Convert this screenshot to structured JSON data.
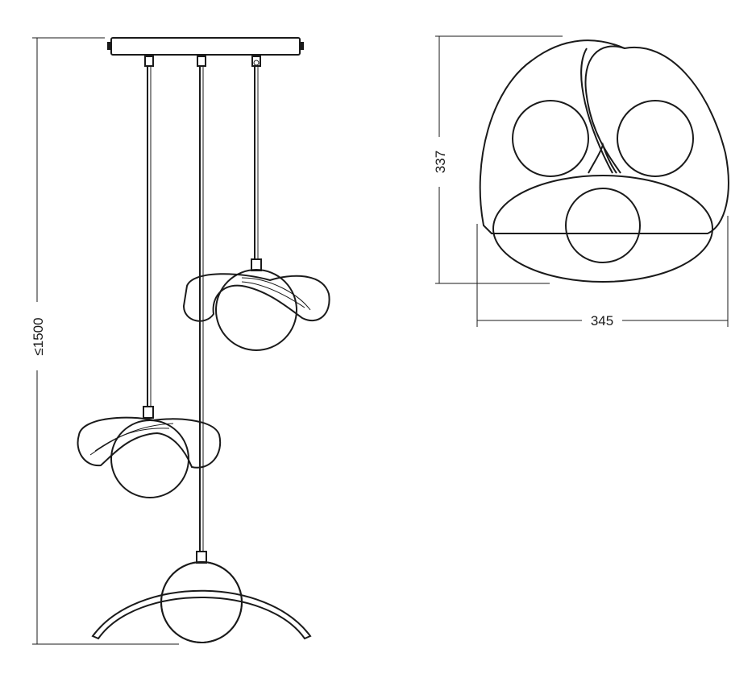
{
  "dimensions": {
    "height_label": "≤1500",
    "depth_label": "337",
    "width_label": "345"
  }
}
